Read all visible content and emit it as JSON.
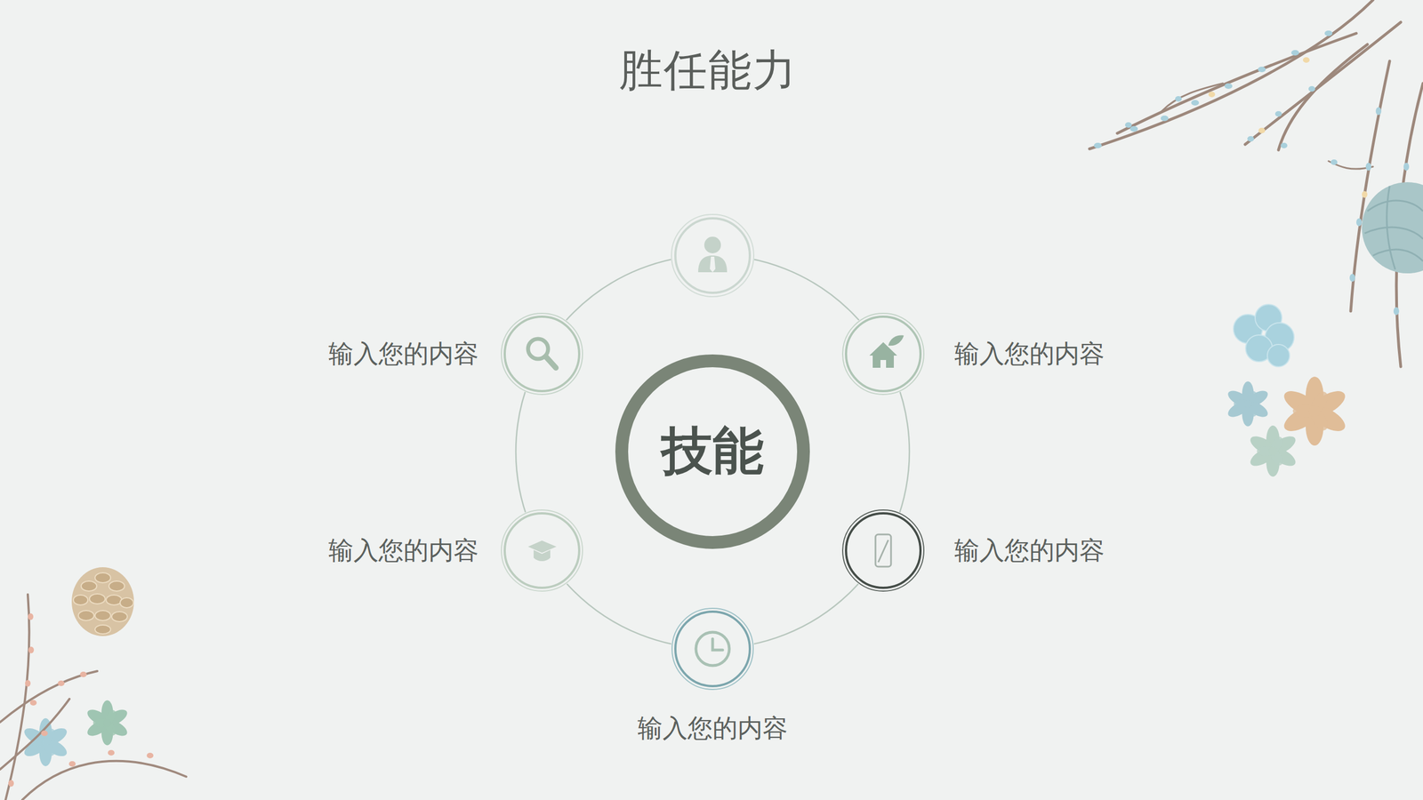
{
  "diagram": {
    "title": "胜任能力",
    "nodes": [
      {
        "text": [
          "输入您的内容"
        ]
      },
      {
        "text": [
          "输入您的内容"
        ]
      },
      {
        "text": [
          "技能"
        ]
      },
      {
        "text": [
          "输入您的内容"
        ]
      },
      {
        "text": [
          "输入您的内容"
        ]
      },
      {
        "text": [
          "输入您的内容"
        ]
      }
    ]
  }
}
